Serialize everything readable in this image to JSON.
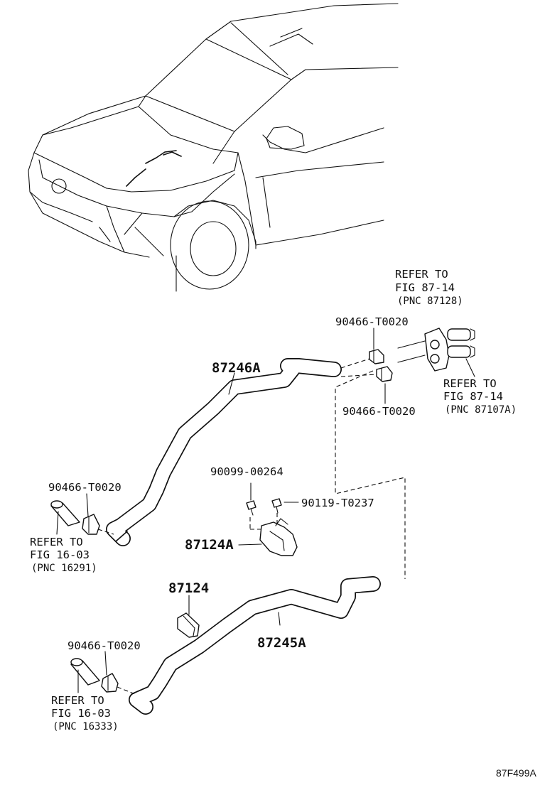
{
  "parts": {
    "hose_upper": "87246A",
    "hose_lower": "87245A",
    "clamp_bracket": "87124A",
    "clip": "87124",
    "hose_clip_top_upper": "90466-T0020",
    "hose_clip_top_lower": "90466-T0020",
    "hose_clip_left_upper": "90466-T0020",
    "hose_clip_left_lower": "90466-T0020",
    "bolt": "90099-00264",
    "screw": "90119-T0237"
  },
  "refs": {
    "ref_8714_a": {
      "line1": "REFER TO",
      "line2": "FIG 87-14",
      "line3": "(PNC 87128)"
    },
    "ref_8714_b": {
      "line1": "REFER TO",
      "line2": "FIG 87-14",
      "line3": "(PNC 87107A)"
    },
    "ref_1603_a": {
      "line1": "REFER TO",
      "line2": "FIG 16-03",
      "line3": "(PNC 16291)"
    },
    "ref_1603_b": {
      "line1": "REFER TO",
      "line2": "FIG 16-03",
      "line3": "(PNC 16333)"
    }
  },
  "figure_id": "87F499A"
}
